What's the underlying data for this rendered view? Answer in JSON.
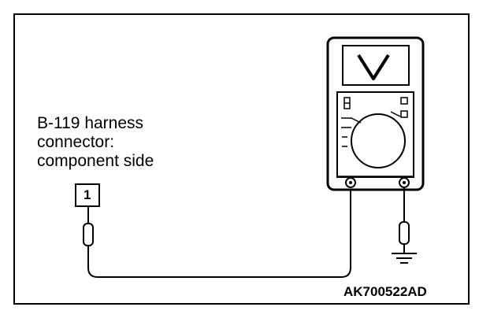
{
  "diagram": {
    "connector_label": {
      "line1": "B-119 harness",
      "line2": "connector:",
      "line3": "component side"
    },
    "pin_number": "1",
    "voltmeter_display_symbol": "V",
    "figure_code": "AK700522AD",
    "icons": {
      "multimeter": "multimeter-icon",
      "ground": "ground-icon",
      "probe": "probe-icon"
    }
  }
}
